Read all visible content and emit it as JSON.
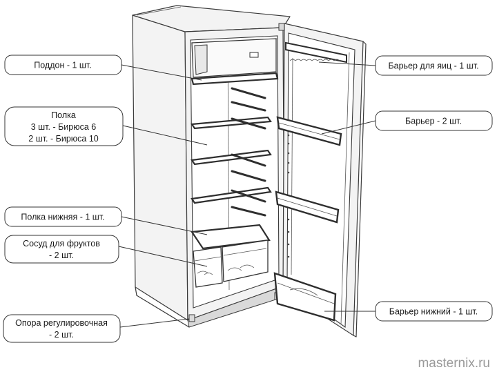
{
  "labels": {
    "tray": "Поддон - 1 шт.",
    "shelf_line1": "Полка",
    "shelf_line2": "3 шт. - Бирюса 6",
    "shelf_line3": "2 шт. - Бирюса 10",
    "bottom_shelf": "Полка нижняя - 1 шт.",
    "fruit_line1": "Сосуд для фруктов",
    "fruit_line2": "- 2 шт.",
    "support_line1": "Опора регулировочная",
    "support_line2": "- 2 шт.",
    "egg_barrier": "Барьер для яиц - 1 шт.",
    "barrier": "Барьер - 2 шт.",
    "bottom_barrier": "Барьер нижний - 1 шт."
  },
  "watermark": "masternix.ru"
}
